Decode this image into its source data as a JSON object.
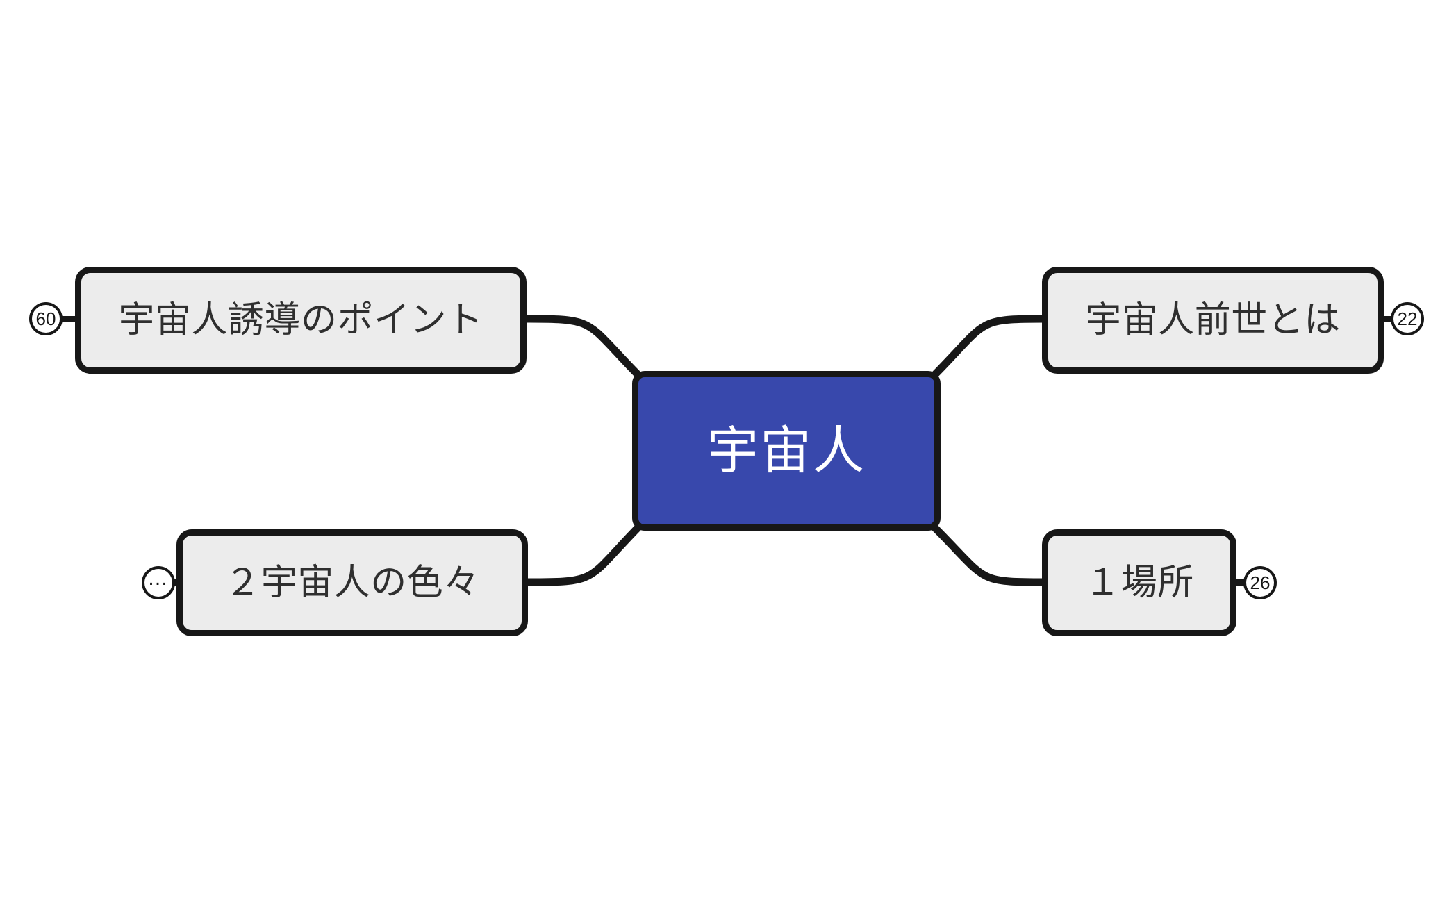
{
  "diagram": {
    "type": "mind-map",
    "title": "宇宙人",
    "background_color": "#ffffff",
    "root_fill": "#3848ac",
    "node_fill": "#ececec",
    "stroke_color": "#171717",
    "root_text_color": "#ffffff",
    "node_text_color": "#2f2f2f"
  },
  "root": {
    "label": "宇宙人"
  },
  "branches": {
    "top_left": {
      "label": "宇宙人誘導のポイント",
      "badge": "60",
      "side": "left"
    },
    "bottom_left": {
      "label": "２宇宙人の色々",
      "badge": "…",
      "side": "left"
    },
    "top_right": {
      "label": "宇宙人前世とは",
      "badge": "22",
      "side": "right"
    },
    "bottom_right": {
      "label": "１場所",
      "badge": "26",
      "side": "right"
    }
  }
}
